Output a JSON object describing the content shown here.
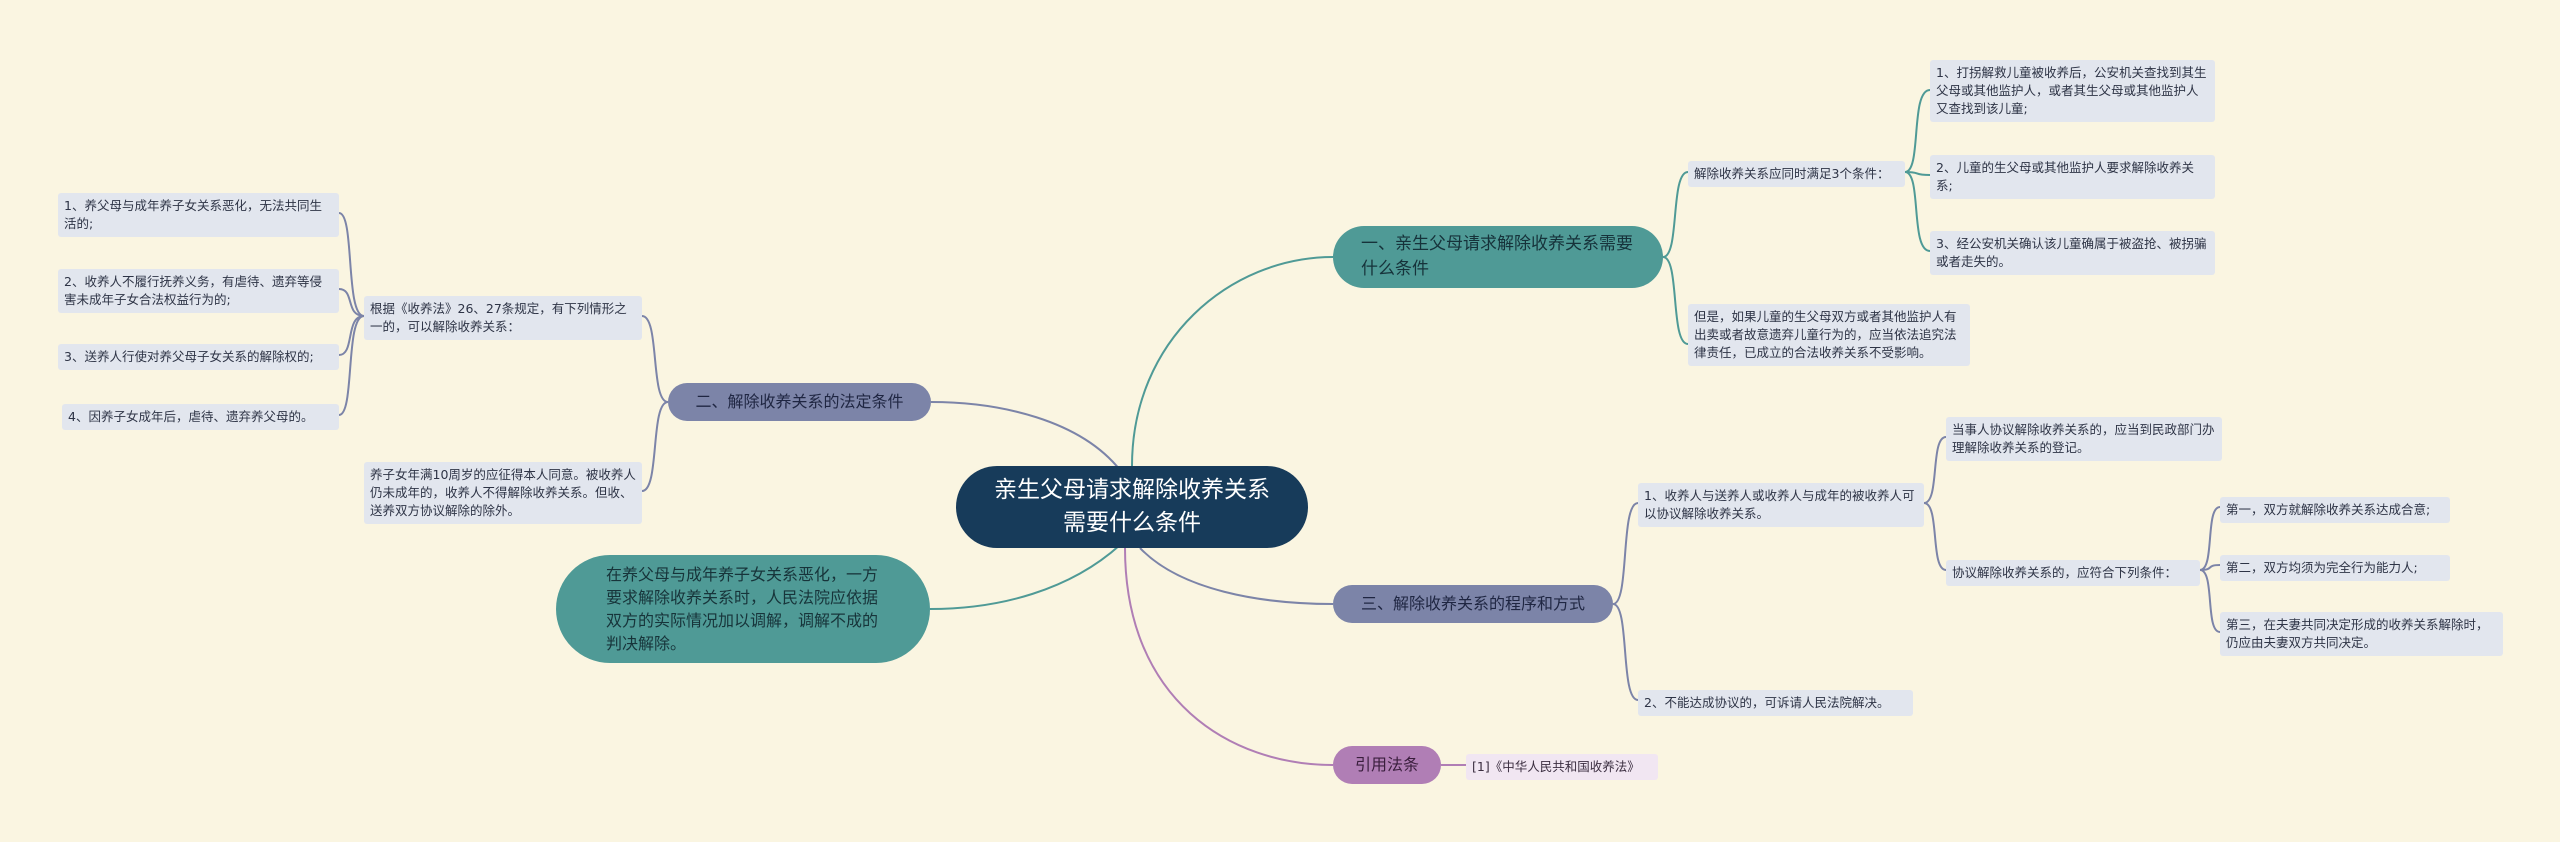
{
  "root": {
    "title": "亲生父母请求解除收养关系需要什么条件"
  },
  "branch1": {
    "title": "一、亲生父母请求解除收养关系需要什么条件",
    "sub1": {
      "text": "解除收养关系应同时满足3个条件："
    },
    "conditions": [
      "1、打拐解救儿童被收养后，公安机关查找到其生父母或其他监护人，或者其生父母或其他监护人又查找到该儿童;",
      "2、儿童的生父母或其他监护人要求解除收养关系;",
      "3、经公安机关确认该儿童确属于被盗抢、被拐骗或者走失的。"
    ],
    "sub2": {
      "text": "但是，如果儿童的生父母双方或者其他监护人有出卖或者故意遗弃儿童行为的，应当依法追究法律责任，已成立的合法收养关系不受影响。"
    }
  },
  "branch2": {
    "title": "二、解除收养关系的法定条件",
    "sub1": {
      "text": "根据《收养法》26、27条规定，有下列情形之一的，可以解除收养关系："
    },
    "items": [
      "1、养父母与成年养子女关系恶化，无法共同生活的;",
      "2、收养人不履行抚养义务，有虐待、遗弃等侵害未成年子女合法权益行为的;",
      "3、送养人行使对养父母子女关系的解除权的;",
      "4、因养子女成年后，虐待、遗弃养父母的。"
    ],
    "sub2": {
      "text": "养子女年满10周岁的应征得本人同意。被收养人仍未成年的，收养人不得解除收养关系。但收、送养双方协议解除的除外。"
    }
  },
  "branch3": {
    "title": "三、解除收养关系的程序和方式",
    "sub1": {
      "text": "1、收养人与送养人或收养人与成年的被收养人可以协议解除收养关系。"
    },
    "sub1_a": {
      "text": "当事人协议解除收养关系的，应当到民政部门办理解除收养关系的登记。"
    },
    "sub1_b": {
      "text": "协议解除收养关系的，应符合下列条件："
    },
    "conditions": [
      "第一，双方就解除收养关系达成合意;",
      "第二，双方均须为完全行为能力人;",
      "第三，在夫妻共同决定形成的收养关系解除时，仍应由夫妻双方共同决定。"
    ],
    "sub2": {
      "text": "2、不能达成协议的，可诉请人民法院解决。"
    }
  },
  "branch4": {
    "title": "引用法条",
    "ref": {
      "text": "[1]《中华人民共和国收养法》"
    }
  },
  "branch5": {
    "title": "在养父母与成年养子女关系恶化，一方要求解除收养关系时，人民法院应依据双方的实际情况加以调解，调解不成的判决解除。"
  },
  "colors": {
    "background": "#faf5e1",
    "root": "#173b5a",
    "teal": "#4f9a96",
    "slate": "#7c84a8",
    "purple": "#b07eb5",
    "leaf": "#e2e6ee"
  }
}
